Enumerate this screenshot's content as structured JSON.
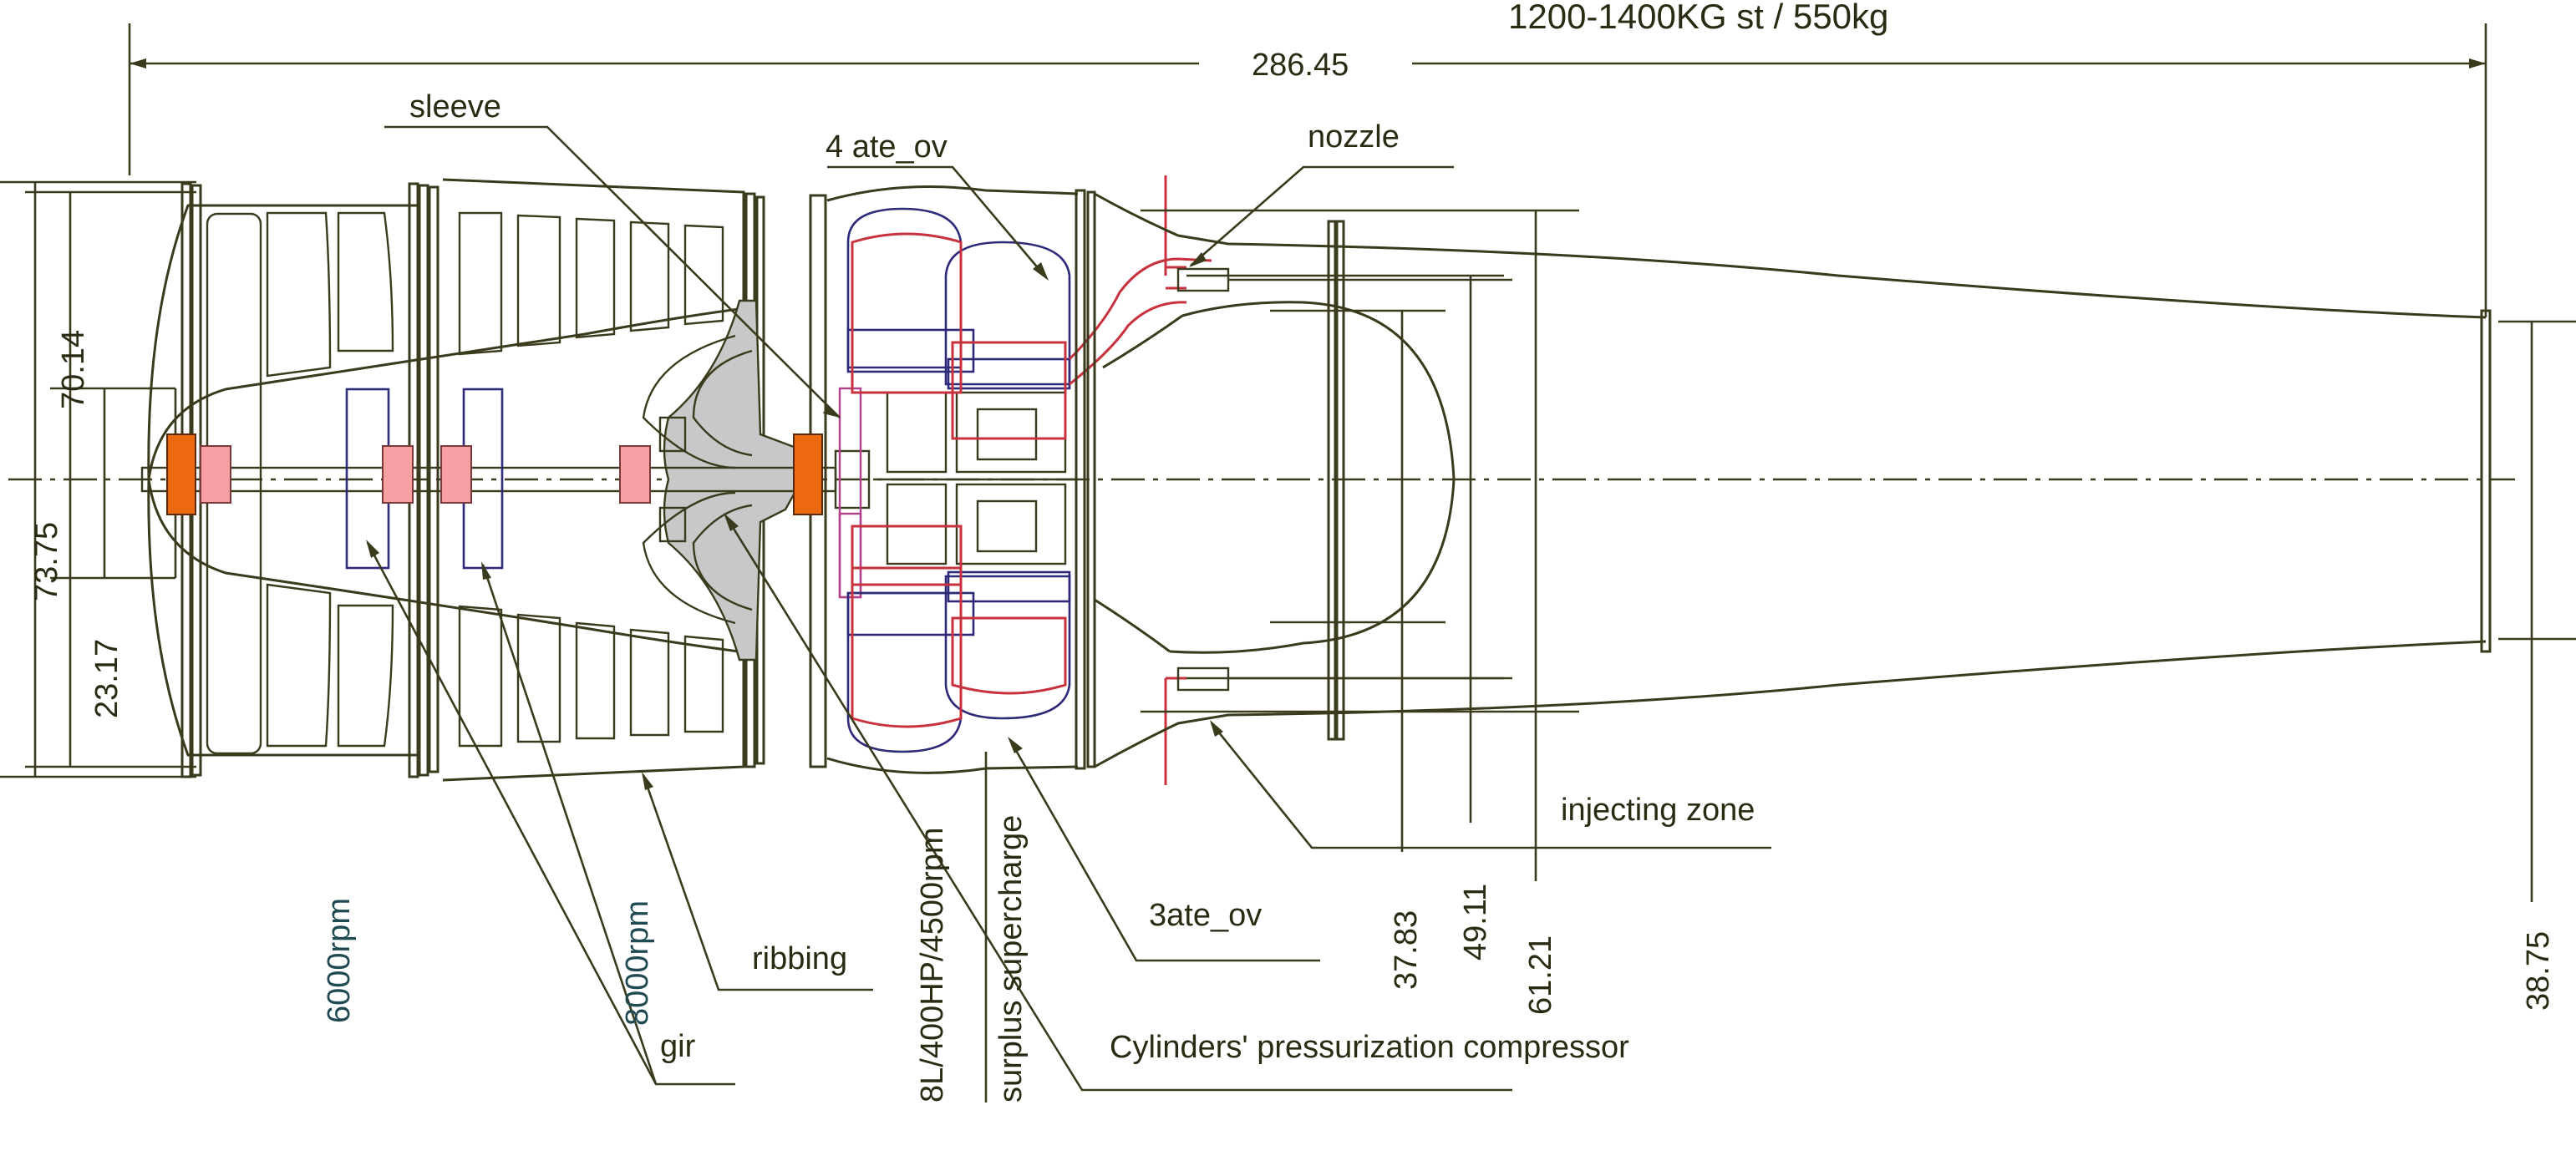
{
  "title": "1200-1400KG st / 550kg",
  "dimensions": {
    "overall_length": "286.45",
    "d_70_14": "70.14",
    "d_73_75": "73.75",
    "d_23_17": "23.17",
    "d_37_83": "37.83",
    "d_49_11": "49.11",
    "d_61_21": "61.21",
    "d_38_75": "38.75"
  },
  "labels": {
    "sleeve": "sleeve",
    "ate_ov_4": "4 ate_ov",
    "nozzle": "nozzle",
    "injecting_zone": "injecting zone",
    "ate_ov_3": "3ate_ov",
    "ribbing": "ribbing",
    "gir": "gir",
    "engine": "8L/400HP/4500rpm",
    "surplus_supercharge": "surplus  supercharge",
    "cylinders_compressor": "Cylinders' pressurization compressor"
  },
  "speeds": {
    "rpm_6000": "6000rpm",
    "rpm_8000": "8000rpm"
  },
  "colors": {
    "outline": "#3a3a1c",
    "cylinder_blue": "#2e2a7a",
    "cylinder_red": "#c8323e",
    "bearing_orange": "#ee6a10",
    "bearing_pink": "#f6a0a4",
    "impeller_gray": "#c8c8c8"
  }
}
